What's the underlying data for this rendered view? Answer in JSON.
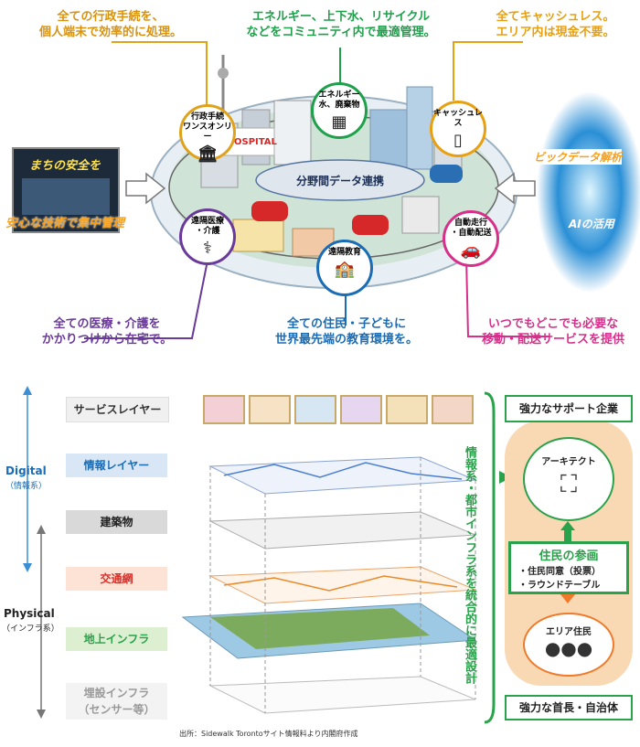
{
  "top": {
    "callout_admin": "全ての行政手続を、\n個人端末で効率的に処理。",
    "callout_energy": "エネルギー、上下水、リサイクル\nなどをコミュニティ内で最適管理。",
    "callout_cashless": "全てキャッシュレス。\nエリア内は現金不要。",
    "callout_medical": "全ての医療・介護を\nかかりつけから在宅で。",
    "callout_education": "全ての住民・子どもに\n世界最先端の教育環境を。",
    "callout_mobility": "いつでもどこでも必要な\n移動・配送サービスを提供",
    "left_image_text1": "まちの安全を",
    "left_image_text2": "安心な技術で集中管理",
    "right_image_text1": "ビックデータ解析",
    "right_image_text2": "AIの活用",
    "center_label": "分野間データ連携",
    "hospital_sign": "OSPITAL",
    "circles": {
      "admin": "行政手続\nワンスオンリー",
      "energy": "エネルギー\n水、廃棄物",
      "cashless": "キャッシュレス",
      "medical": "遠隔医療\n・介護",
      "education": "遠隔教育",
      "mobility": "自動走行\n・自動配送"
    },
    "colors": {
      "admin": "#e0a21b",
      "energy": "#1fa04b",
      "cashless": "#e8a010",
      "medical": "#6a3a9a",
      "education": "#1a6cb4",
      "mobility": "#d6308a"
    }
  },
  "bottom": {
    "layers": [
      "サービスレイヤー",
      "情報レイヤー",
      "建築物",
      "交通網",
      "地上インフラ",
      "埋設インフラ\n（センサー等）"
    ],
    "digital_label": "Digital",
    "digital_sub": "（情報系）",
    "physical_label": "Physical",
    "physical_sub": "（インフラ系）",
    "vertical_text": "情報系・都市インフラ系を統合的に最適設計",
    "support": "強力なサポート企業",
    "architect": "アーキテクト",
    "participation_title": "住民の参画",
    "participation_item1": "・住民同意（投票）",
    "participation_item2": "・ラウンドテーブル",
    "residents": "エリア住民",
    "leader": "強力な首長・自治体",
    "source": "出所：Sidewalk Torontoサイト情報料より内閣府作成"
  }
}
